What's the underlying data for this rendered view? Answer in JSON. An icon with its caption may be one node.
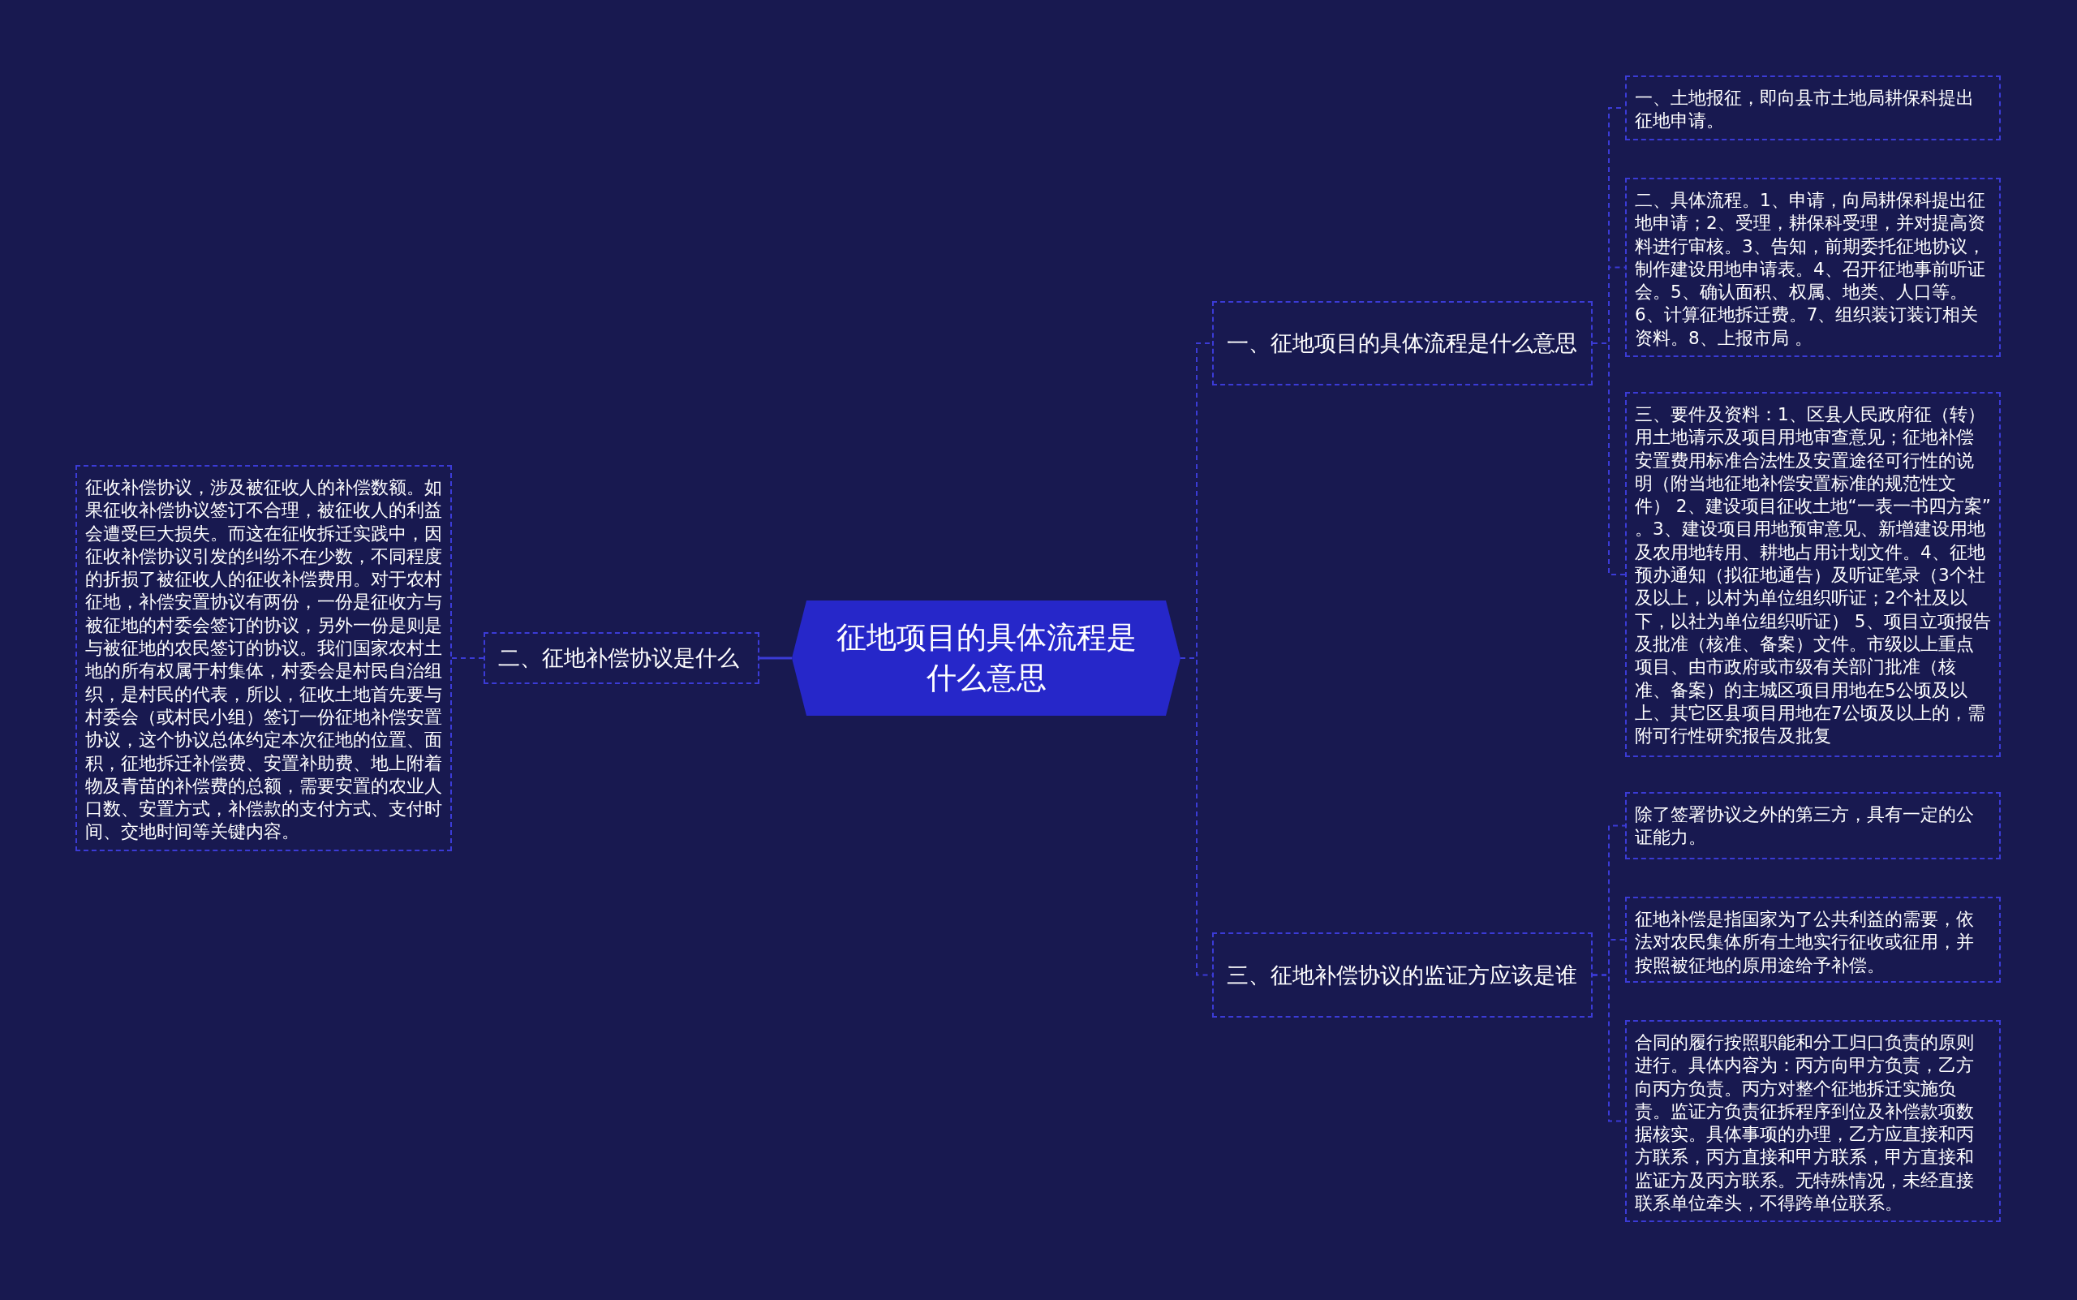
{
  "diagram": {
    "nodes": [
      {
        "text": [
          "征地项目的具体流程是什么意思"
        ]
      },
      {
        "text": [
          "一、征地项目的具体流程是什么意思"
        ]
      },
      {
        "text": [
          "二、征地补偿协议是什么"
        ]
      },
      {
        "text": [
          "三、征地补偿协议的监证方应该是谁"
        ]
      },
      {
        "text": [
          "征收补偿协议，涉及被征收人的补偿数额。如果征收补偿协议签订不合理，被征收人的利益会遭受巨大损失。而这在征收拆迁实践中，因征收补偿协议引发的纠纷不在少数，不同程度的折损了被征收人的征收补偿费用。对于农村征地，补偿安置协议有两份，一份是征收方与被征地的村委会签订的协议，另外一份是则是与被征地的农民签订的协议。我们国家农村土地的所有权属于村集体，村委会是村民自治组织，是村民的代表，所以，征收土地首先要与村委会（或村民小组）签订一份征地补偿安置协议，这个协议总体约定本次征地的位置、面积，征地拆迁补偿费、安置补助费、地上附着物及青苗的补偿费的总额，需要安置的农业人口数、安置方式，补偿款的支付方式、支付时间、交地时间等关键内容。"
        ]
      },
      {
        "text": [
          "一、土地报征，即向县市土地局耕保科提出征地申请。"
        ]
      },
      {
        "text": [
          "二、具体流程。1、申请，向局耕保科提出征地申请；2、受理，耕保科受理，并对提高资料进行审核。3、告知，前期委托征地协议，制作建设用地申请表。4、召开征地事前听证会。5、确认面积、权属、地类、人口等。6、计算征地拆迁费。7、组织装订装订相关资料。8、上报市局 。"
        ]
      },
      {
        "text": [
          "三、要件及资料：1、区县人民政府征（转）用土地请示及项目用地审查意见；征地补偿安置费用标准合法性及安置途径可行性的说明（附当地征地补偿安置标准的规范性文件） 2、建设项目征收土地“一表一书四方案” 。3、建设项目用地预审意见、新增建设用地及农用地转用、耕地占用计划文件。4、征地预办通知（拟征地通告）及听证笔录（3个社及以上，以村为单位组织听证；2个社及以下，以社为单位组织听证） 5、项目立项报告及批准（核准、备案）文件。市级以上重点项目、由市政府或市级有关部门批准（核准、备案）的主城区项目用地在5公顷及以上、其它区县项目用地在7公顷及以上的，需附可行性研究报告及批复"
        ]
      },
      {
        "text": [
          "除了签署协议之外的第三方，具有一定的公证能力。"
        ]
      },
      {
        "text": [
          "征地补偿是指国家为了公共利益的需要，依法对农民集体所有土地实行征收或征用，并按照被征地的原用途给予补偿。"
        ]
      },
      {
        "text": [
          "合同的履行按照职能和分工归口负责的原则进行。具体内容为：丙方向甲方负责，乙方向丙方负责。丙方对整个征地拆迁实施负责。监证方负责征拆程序到位及补偿款项数据核实。具体事项的办理，乙方应直接和丙方联系，丙方直接和甲方联系，甲方直接和监证方及丙方联系。无特殊情况，未经直接联系单位牵头，不得跨单位联系。"
        ]
      }
    ],
    "edges": [
      {
        "from": 0,
        "to": 1,
        "arrow": "none",
        "style": "dashed"
      },
      {
        "from": 0,
        "to": 2,
        "arrow": "none"
      },
      {
        "from": 0,
        "to": 3,
        "arrow": "none",
        "style": "dashed"
      },
      {
        "from": 2,
        "to": 4,
        "arrow": "none",
        "style": "dashed"
      },
      {
        "from": 1,
        "to": 5,
        "arrow": "none",
        "style": "dashed"
      },
      {
        "from": 1,
        "to": 6,
        "arrow": "none",
        "style": "dashed"
      },
      {
        "from": 1,
        "to": 7,
        "arrow": "none",
        "style": "dashed"
      },
      {
        "from": 3,
        "to": 8,
        "arrow": "none",
        "style": "dashed"
      },
      {
        "from": 3,
        "to": 9,
        "arrow": "none",
        "style": "dashed"
      },
      {
        "from": 3,
        "to": 10,
        "arrow": "none",
        "style": "dashed"
      }
    ]
  }
}
